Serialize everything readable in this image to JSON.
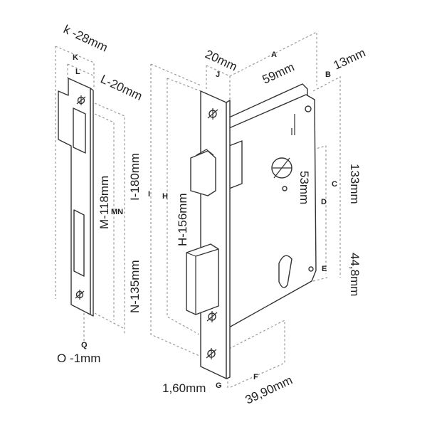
{
  "title": "Mortise lock dimension diagram",
  "strike_plate": {
    "k_label": "K",
    "k_dim": "k -28mm",
    "l_label": "L",
    "l_dim": "L-20mm",
    "m_dim": "M-118mm",
    "mn_label": "MN",
    "n_dim": "N-135mm",
    "q_label": "Q",
    "o_dim": "O -1mm"
  },
  "lock_body": {
    "i_dim": "I-180mm",
    "i_label": "I",
    "h_label": "H",
    "h_dim": "H-156mm",
    "j_dim": "20mm",
    "j_label": "J",
    "a_label": "A",
    "a_dim": "59mm",
    "b_label": "B",
    "b_dim": "13mm",
    "d_dim": "53mm",
    "c_label": "C",
    "d_label": "D",
    "c_dim": "133mm",
    "e_label": "E",
    "e_dim": "44,8mm",
    "g_dim": "1,60mm",
    "g_label": "G",
    "f_label": "F",
    "f_dim": "39,90mm"
  }
}
